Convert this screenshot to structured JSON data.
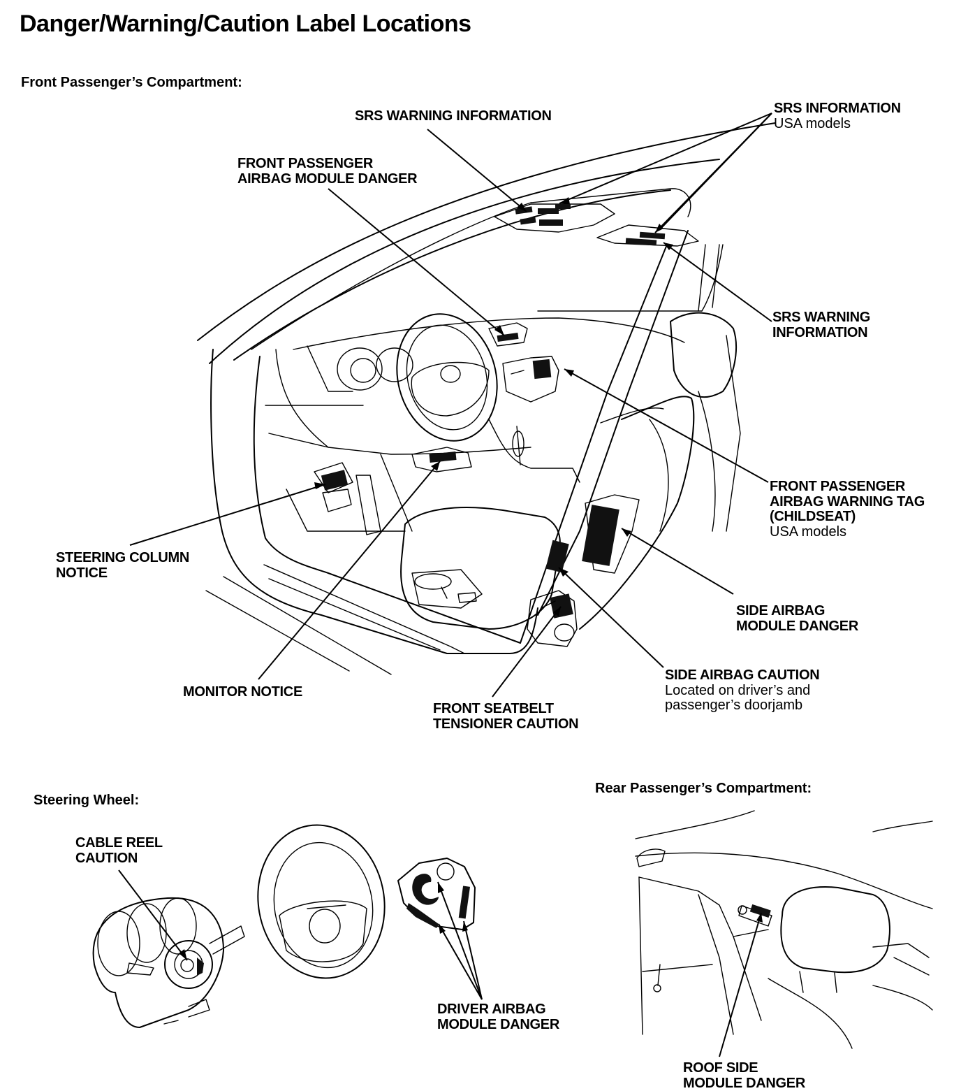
{
  "title": "Danger/Warning/Caution Label Locations",
  "sections": {
    "front": "Front Passenger’s Compartment:",
    "steering": "Steering Wheel:",
    "rear": "Rear Passenger’s Compartment:"
  },
  "labels": {
    "srs_warning_info_top": "SRS WARNING INFORMATION",
    "srs_information": {
      "line1": "SRS INFORMATION",
      "note": "USA models"
    },
    "front_passenger_airbag_danger": {
      "line1": "FRONT PASSENGER",
      "line2": "AIRBAG MODULE DANGER"
    },
    "srs_warning_info_right": {
      "line1": "SRS WARNING",
      "line2": "INFORMATION"
    },
    "front_passenger_airbag_tag": {
      "line1": "FRONT PASSENGER",
      "line2": "AIRBAG WARNING TAG",
      "line3": "(CHILDSEAT)",
      "note": "USA models"
    },
    "steering_column_notice": {
      "line1": "STEERING COLUMN",
      "line2": "NOTICE"
    },
    "side_airbag_module_danger": {
      "line1": "SIDE AIRBAG",
      "line2": "MODULE DANGER"
    },
    "side_airbag_caution": {
      "line1": "SIDE AIRBAG CAUTION",
      "note1": "Located on driver’s and",
      "note2": "passenger’s doorjamb"
    },
    "monitor_notice": "MONITOR NOTICE",
    "front_seatbelt_tensioner": {
      "line1": "FRONT SEATBELT",
      "line2": "TENSIONER CAUTION"
    },
    "cable_reel_caution": {
      "line1": "CABLE REEL",
      "line2": "CAUTION"
    },
    "driver_airbag_danger": {
      "line1": "DRIVER AIRBAG",
      "line2": "MODULE DANGER"
    },
    "roof_side_danger": {
      "line1": "ROOF SIDE",
      "line2": "MODULE DANGER"
    }
  }
}
